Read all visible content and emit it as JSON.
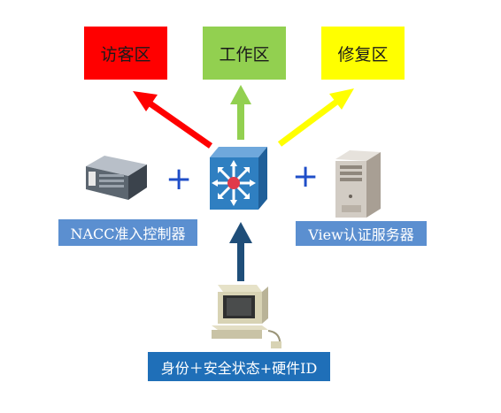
{
  "zones": {
    "guest": "访客区",
    "work": "工作区",
    "repair": "修复区"
  },
  "labels": {
    "nacc": "NACC准入控制器",
    "view": "View认证服务器",
    "terminal": "身份＋安全状态+硬件ID"
  },
  "plus": "+",
  "colors": {
    "guest": "#ff0000",
    "work": "#92d050",
    "repair": "#ffff00",
    "label": "#5b8fd0",
    "arrow_up": "#1f4e79"
  },
  "icons": [
    "server-icon",
    "switch-icon",
    "tower-server-icon",
    "computer-terminal-icon"
  ]
}
